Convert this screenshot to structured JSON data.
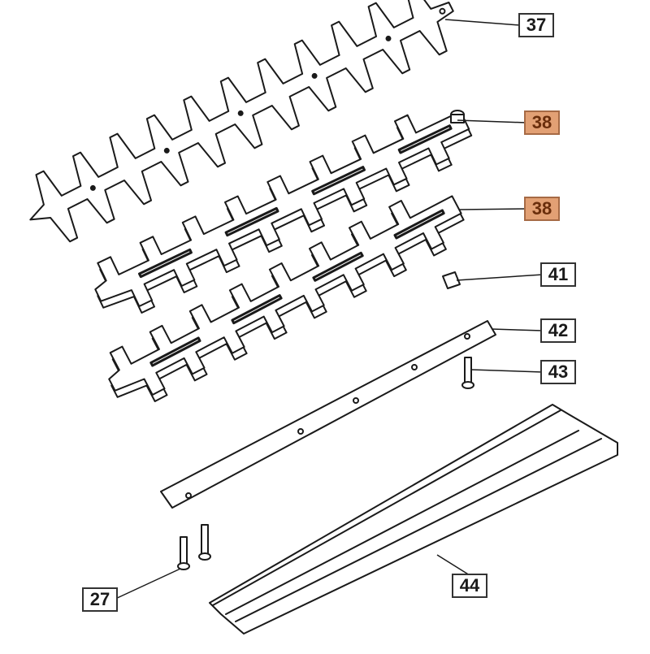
{
  "diagram": {
    "callouts": [
      {
        "id": "37",
        "label": "37",
        "highlighted": false
      },
      {
        "id": "38a",
        "label": "38",
        "highlighted": true
      },
      {
        "id": "38b",
        "label": "38",
        "highlighted": true
      },
      {
        "id": "41",
        "label": "41",
        "highlighted": false
      },
      {
        "id": "42",
        "label": "42",
        "highlighted": false
      },
      {
        "id": "43",
        "label": "43",
        "highlighted": false
      },
      {
        "id": "27",
        "label": "27",
        "highlighted": false
      },
      {
        "id": "44",
        "label": "44",
        "highlighted": false
      }
    ],
    "colors": {
      "line": "#1a1a1a",
      "part_fill": "#ffffff",
      "highlight_fill": "#e2a074",
      "highlight_text": "#6a2e0c"
    }
  }
}
